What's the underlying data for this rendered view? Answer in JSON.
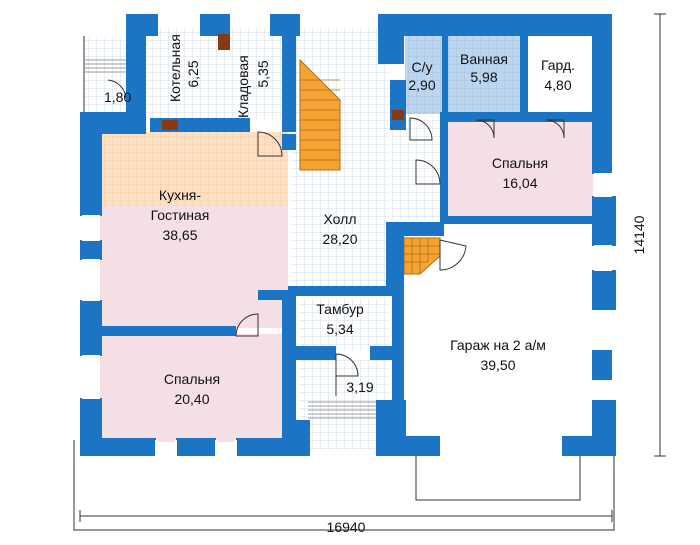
{
  "rooms": {
    "boiler": {
      "name": "Котельная",
      "area": "6,25"
    },
    "storage": {
      "name": "Кладовая",
      "area": "5,35"
    },
    "wc": {
      "name": "С/у",
      "area": "2,90"
    },
    "bath": {
      "name": "Ванная",
      "area": "5,98"
    },
    "wardrobe": {
      "name": "Гард.",
      "area": "4,80"
    },
    "bedroom_right": {
      "name": "Спальня",
      "area": "16,04"
    },
    "kitchen": {
      "name_line1": "Кухня-",
      "name_line2": "Гостиная",
      "area": "38,65"
    },
    "hall": {
      "name": "Холл",
      "area": "28,20"
    },
    "tambour": {
      "name": "Тамбур",
      "area": "5,34"
    },
    "garage": {
      "name": "Гараж на 2 а/м",
      "area": "39,50"
    },
    "bedroom_left": {
      "name": "Спальня",
      "area": "20,40"
    },
    "porch_left": {
      "area": "1,80"
    },
    "porch_front": {
      "area": "3,19"
    }
  },
  "dimensions": {
    "width": "16940",
    "height": "14140"
  },
  "colors": {
    "wall": "#1c74c4",
    "kitchen": "#fde0c4",
    "living": "#f4e0e4",
    "bath": "#bcd6ef",
    "tile": "#c8d4e4"
  }
}
